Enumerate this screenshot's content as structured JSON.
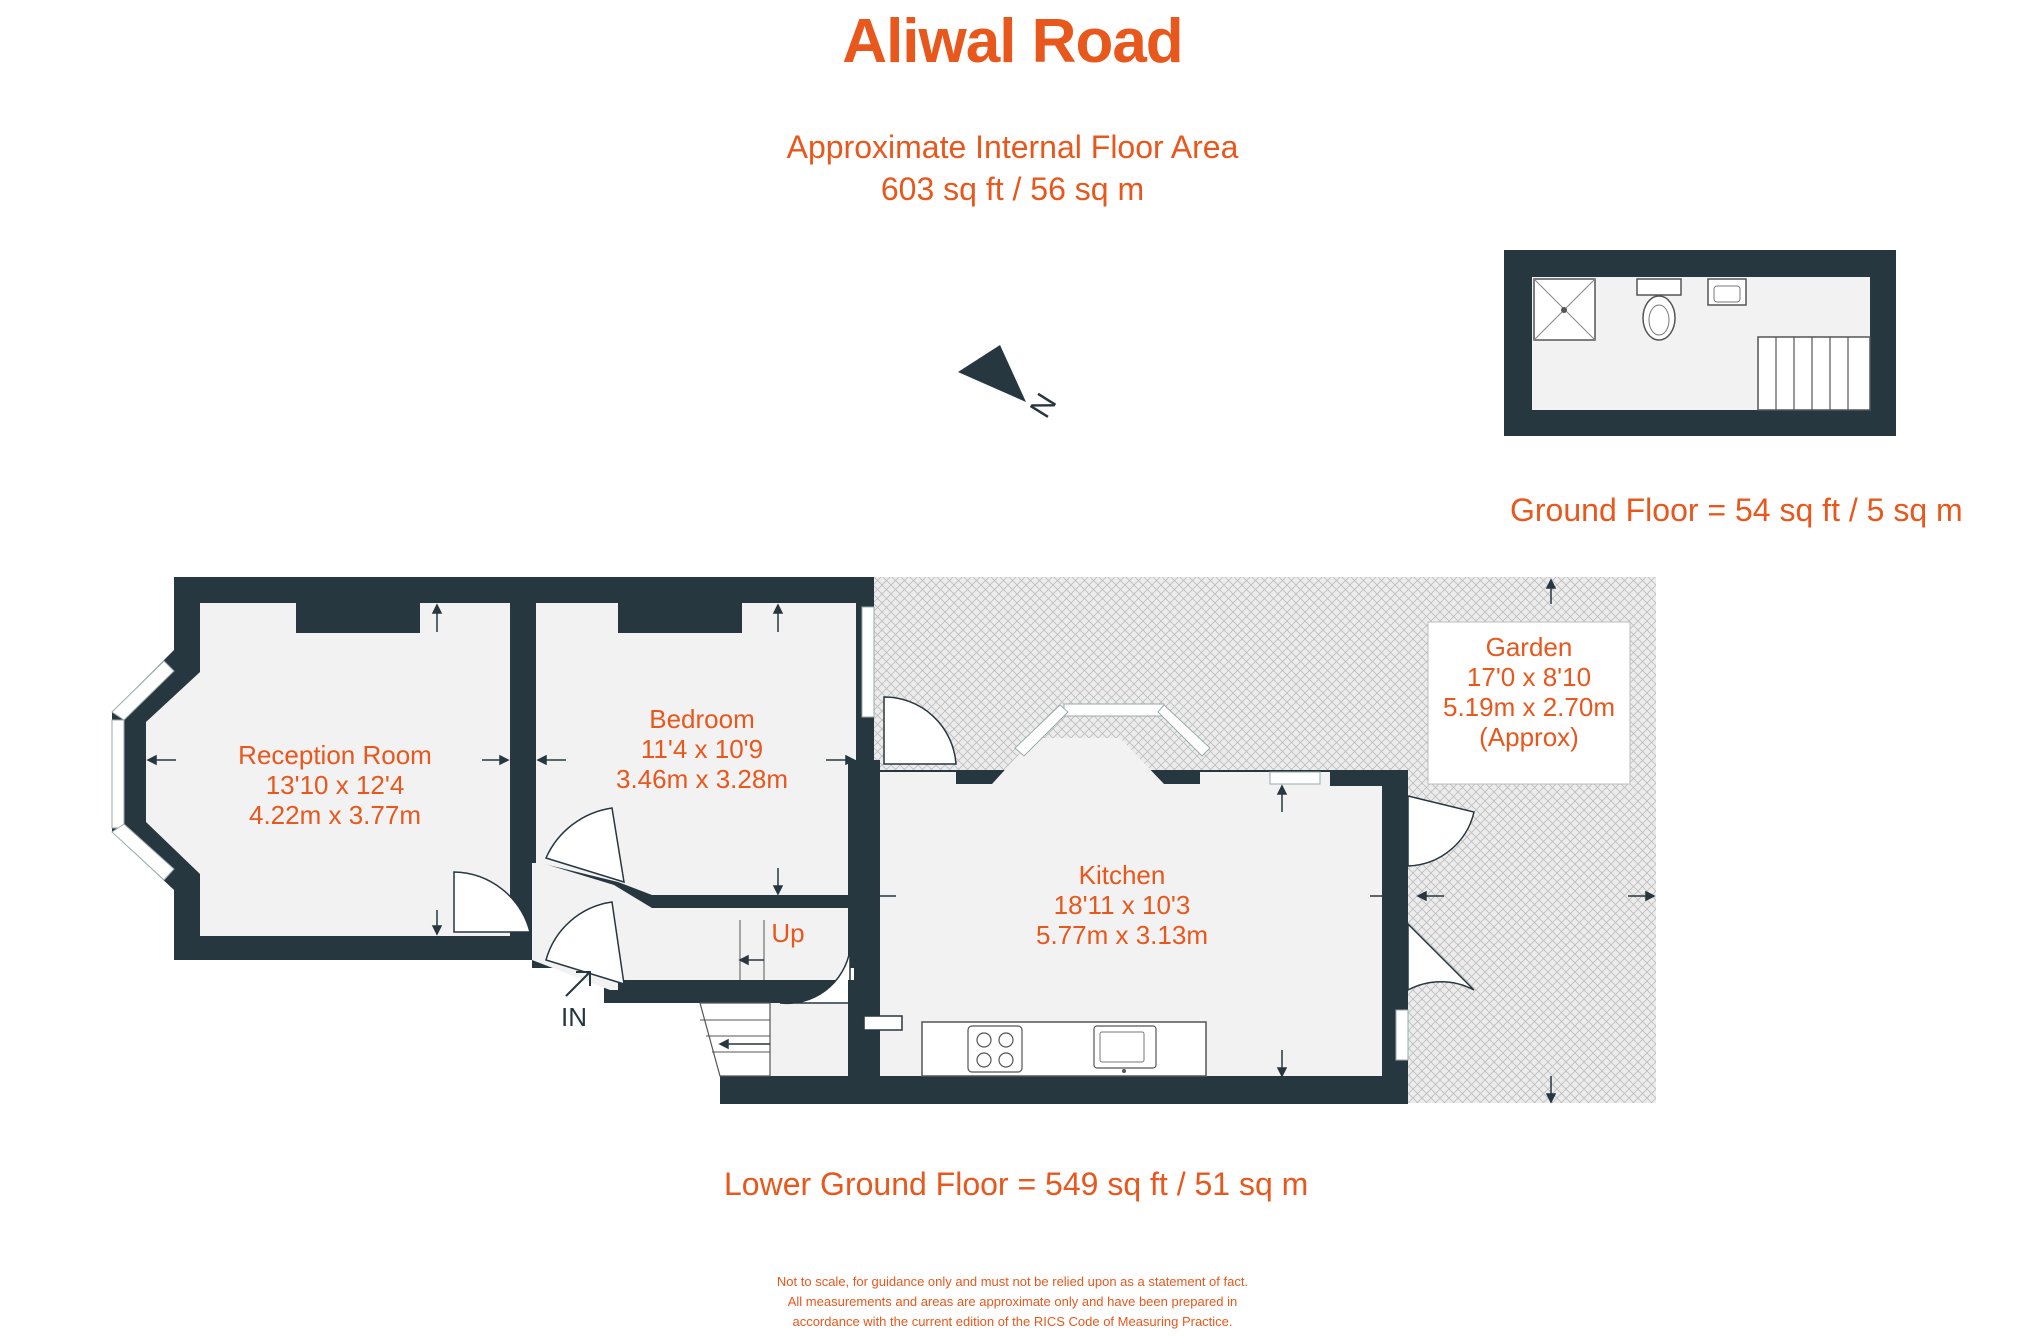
{
  "title": "Aliwal Road",
  "area": {
    "line1": "Approximate Internal Floor Area",
    "line2": "603 sq ft / 56 sq m"
  },
  "compass": {
    "label": "N"
  },
  "ground_floor": {
    "label": "Ground Floor = 54 sq ft / 5 sq m"
  },
  "lower_ground_floor": {
    "label": "Lower Ground Floor = 549 sq ft / 51 sq m"
  },
  "rooms": {
    "reception": {
      "name": "Reception Room",
      "imperial": "13'10 x 12'4",
      "metric": "4.22m x 3.77m"
    },
    "bedroom": {
      "name": "Bedroom",
      "imperial": "11'4 x 10'9",
      "metric": "3.46m x 3.28m"
    },
    "kitchen": {
      "name": "Kitchen",
      "imperial": "18'11 x 10'3",
      "metric": "5.77m x 3.13m"
    },
    "garden": {
      "name": "Garden",
      "imperial": "17'0 x 8'10",
      "metric": "5.19m x 2.70m",
      "note": "(Approx)"
    }
  },
  "labels": {
    "up": "Up",
    "entrance": "IN"
  },
  "disclaimer": {
    "line1": "Not to scale, for guidance only and must not be relied upon as a statement of fact.",
    "line2": "All measurements and areas are approximate only and have been prepared in",
    "line3": "accordance with the current edition of the RICS Code of Measuring Practice."
  },
  "colors": {
    "accent": "#e8571c",
    "wall": "#263740",
    "floor": "#f2f2f2",
    "garden": "#e9e9e9"
  }
}
